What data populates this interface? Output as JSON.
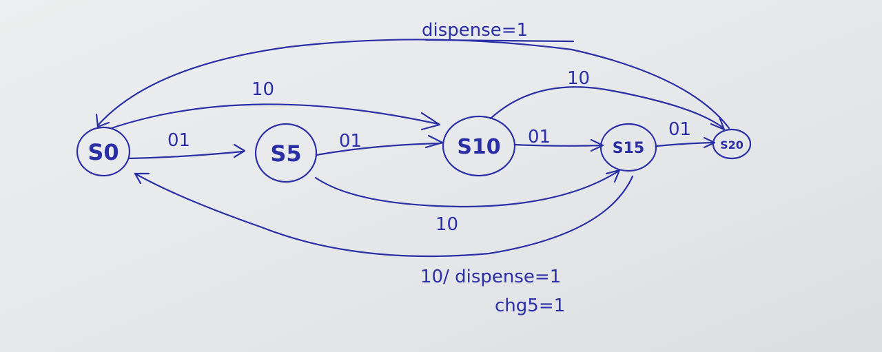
{
  "diagram": {
    "states": [
      {
        "id": "s0",
        "label": "S0"
      },
      {
        "id": "s5",
        "label": "S5"
      },
      {
        "id": "s10",
        "label": "S10"
      },
      {
        "id": "s15",
        "label": "S15"
      },
      {
        "id": "s20",
        "label": "S20"
      }
    ],
    "transitions": [
      {
        "id": "t-s0-s5",
        "label": "01"
      },
      {
        "id": "t-s5-s10",
        "label": "01"
      },
      {
        "id": "t-s10-s15",
        "label": "01"
      },
      {
        "id": "t-s15-s20",
        "label": "01"
      },
      {
        "id": "t-s0-s10",
        "label": "10"
      },
      {
        "id": "t-s10-s20",
        "label": "10"
      },
      {
        "id": "t-s5-s15",
        "label": "10"
      },
      {
        "id": "t-s20-s0",
        "label": "dispense=1"
      },
      {
        "id": "t-s15-s0",
        "label": "10/ dispense=1",
        "label2": "chg5=1"
      }
    ]
  }
}
